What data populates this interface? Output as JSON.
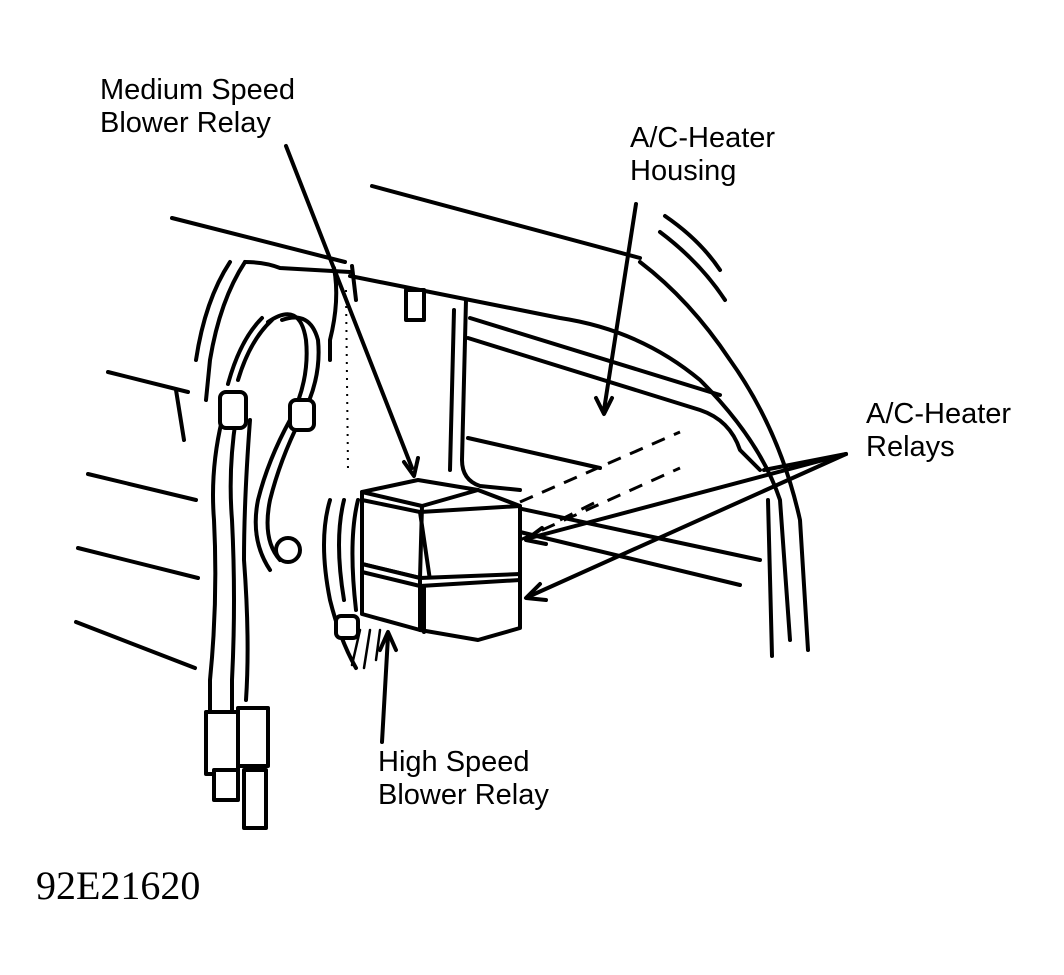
{
  "labels": {
    "medium_relay": [
      "Medium Speed",
      "Blower Relay"
    ],
    "housing": [
      "A/C-Heater",
      "Housing"
    ],
    "ac_relays": [
      "A/C-Heater",
      "Relays"
    ],
    "high_relay": [
      "High Speed",
      "Blower Relay"
    ]
  },
  "figure_id": "92E21620"
}
